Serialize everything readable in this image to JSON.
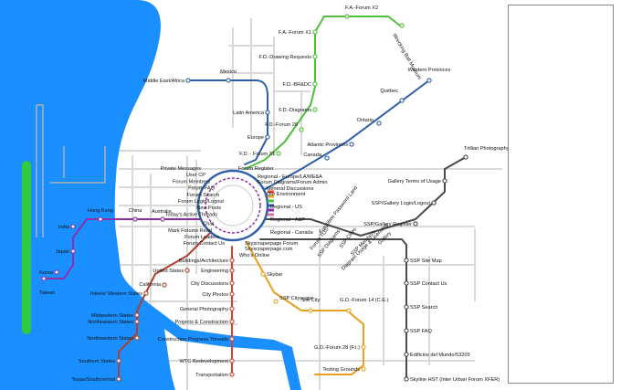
{
  "colors": {
    "water": "#1a8fff",
    "green": "#2ecc40",
    "purple": "#8e2fa8",
    "brown": "#2f5fa8",
    "grey": "#4a4a4a",
    "orange": "#e8a020",
    "red": "#d8402c",
    "lime": "#4fbe3c",
    "streets": "#d9d9d9"
  },
  "lines": {
    "green": [
      "F.A.-Forum X2",
      "F.A.-Forum X1",
      "Wrecking Ball Museum",
      "F.D.-Drawing Requests",
      "F.D.-BR&DC",
      "F.D.-Diagrams",
      "F.D.-Forum 26",
      "F.D. - Forum 31"
    ],
    "blue": [
      "Middle East/Africa",
      "Mexico",
      "Latin America",
      "Europe"
    ],
    "navy": [
      "Western Provinces",
      "Québec",
      "Ontario",
      "Atlantic Provinces",
      "Canada"
    ],
    "grey_ne": [
      "Trillian Photography",
      "Gallery Terms of Usage",
      "SSP/Gallery Login/Logout",
      "SSP/Gallery Register"
    ],
    "purple": [
      "India",
      "Hong Kong",
      "China",
      "Australia",
      "Japan",
      "Korea",
      "Taiwan"
    ],
    "red": [
      "Buildings/Architecture",
      "Engineering",
      "City Discussions",
      "City Photos",
      "General Photography",
      "Projects & Construction",
      "Construction Progress Threads",
      "WTC Redevelopment",
      "Transportation"
    ],
    "orange": [
      "Skybar",
      "SSP Cityscape",
      "Sim City",
      "G.D.-Forum 14 (C.E.)",
      "G.D.-Forum 28 (F.I.)",
      "Testing Grounds"
    ],
    "grey_s": [
      "SSP Site Map",
      "SSP Contact Us",
      "SSP Search",
      "SSP FAQ",
      "Edificios del Mundo/53209",
      "Skyline HST (Inter Urban Forum XFER)"
    ],
    "brown_w": [
      "United States",
      "California",
      "Interior Western States",
      "Midwestern States",
      "Northeastern States",
      "Northwestern States",
      "Southern States",
      "Texas/Southcentral"
    ]
  },
  "hub": {
    "left": [
      "Private Messages",
      "User CP",
      "Forum Members",
      "Forum FAQ",
      "Forum Search",
      "Forum Login/Logout",
      "New Posts",
      "Today's Active Threads",
      "Chat",
      "Mark Forums Read",
      "Forum Leaders",
      "Forum Contact Us"
    ],
    "right": [
      "Forum Register",
      "Regional - Europe/LA/ME&A",
      "Forum Diagrams/Forum Admin",
      "General Discussions",
      "Our Environment",
      "Regional - US",
      "Regional - A&P",
      "Regional - Canada",
      "Skyscraperpage Forum",
      "Skyscraperpage.com",
      "Who's Online"
    ],
    "diag": [
      "Forgotten Password Land",
      "Forum TOS",
      "SSP Diagrams",
      "SSP Cities",
      "SSP Members",
      "Diagram Usage & Licensing",
      "Gallery"
    ]
  }
}
